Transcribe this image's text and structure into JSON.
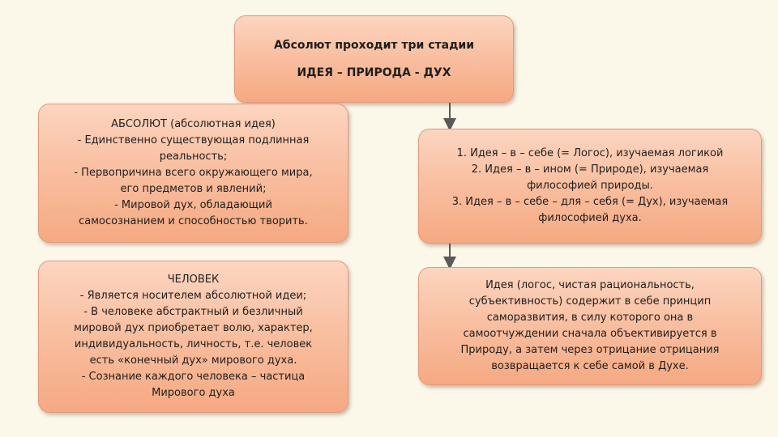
{
  "top_box": {
    "lines": [
      "Абсолют проходит три стадии",
      "ИДЕЯ – ПРИРОДА - ДУХ"
    ]
  },
  "absolute_box": {
    "lines": [
      "АБСОЛЮТ (абсолютная идея)",
      "- Единственно существующая подлинная",
      "реальность;",
      "-   Первопричина всего окружающего мира,",
      "его предметов и явлений;",
      "-   Мировой дух, обладающий",
      "самосознанием и способностью творить."
    ]
  },
  "stages_box": {
    "lines": [
      "1.  Идея – в – себе (= Логос), изучаемая логикой",
      "2.  Идея – в – ином (= Природе), изучаемая",
      "философией природы.",
      "3.  Идея – в – себе – для – себя (= Дух), изучаемая",
      "философией духа."
    ]
  },
  "human_box": {
    "lines": [
      "ЧЕЛОВЕК",
      "-   Является носителем абсолютной идеи;",
      "-   В человеке абстрактный и безличный",
      "мировой дух приобретает волю, характер,",
      "индивидуальность, личность, т.е. человек",
      "есть «конечный дух» мирового духа.",
      "-   Сознание каждого человека – частица",
      "Мирового духа"
    ]
  },
  "idea_box": {
    "lines": [
      "Идея (логос, чистая рациональность,",
      "субъективность) содержит в себе принцип",
      "саморазвития, в силу которого она в",
      "самоотчуждении сначала объективируется в",
      "Природу, а затем через отрицание отрицания",
      "возвращается к себе самой в Духе."
    ]
  },
  "colors": {
    "box_fill_light": "#fcd5c0",
    "box_fill_dark": "#f5a982",
    "box_border": "#e09a7c",
    "arrow": "#5a5a5a",
    "background": "#fbf8ea"
  }
}
